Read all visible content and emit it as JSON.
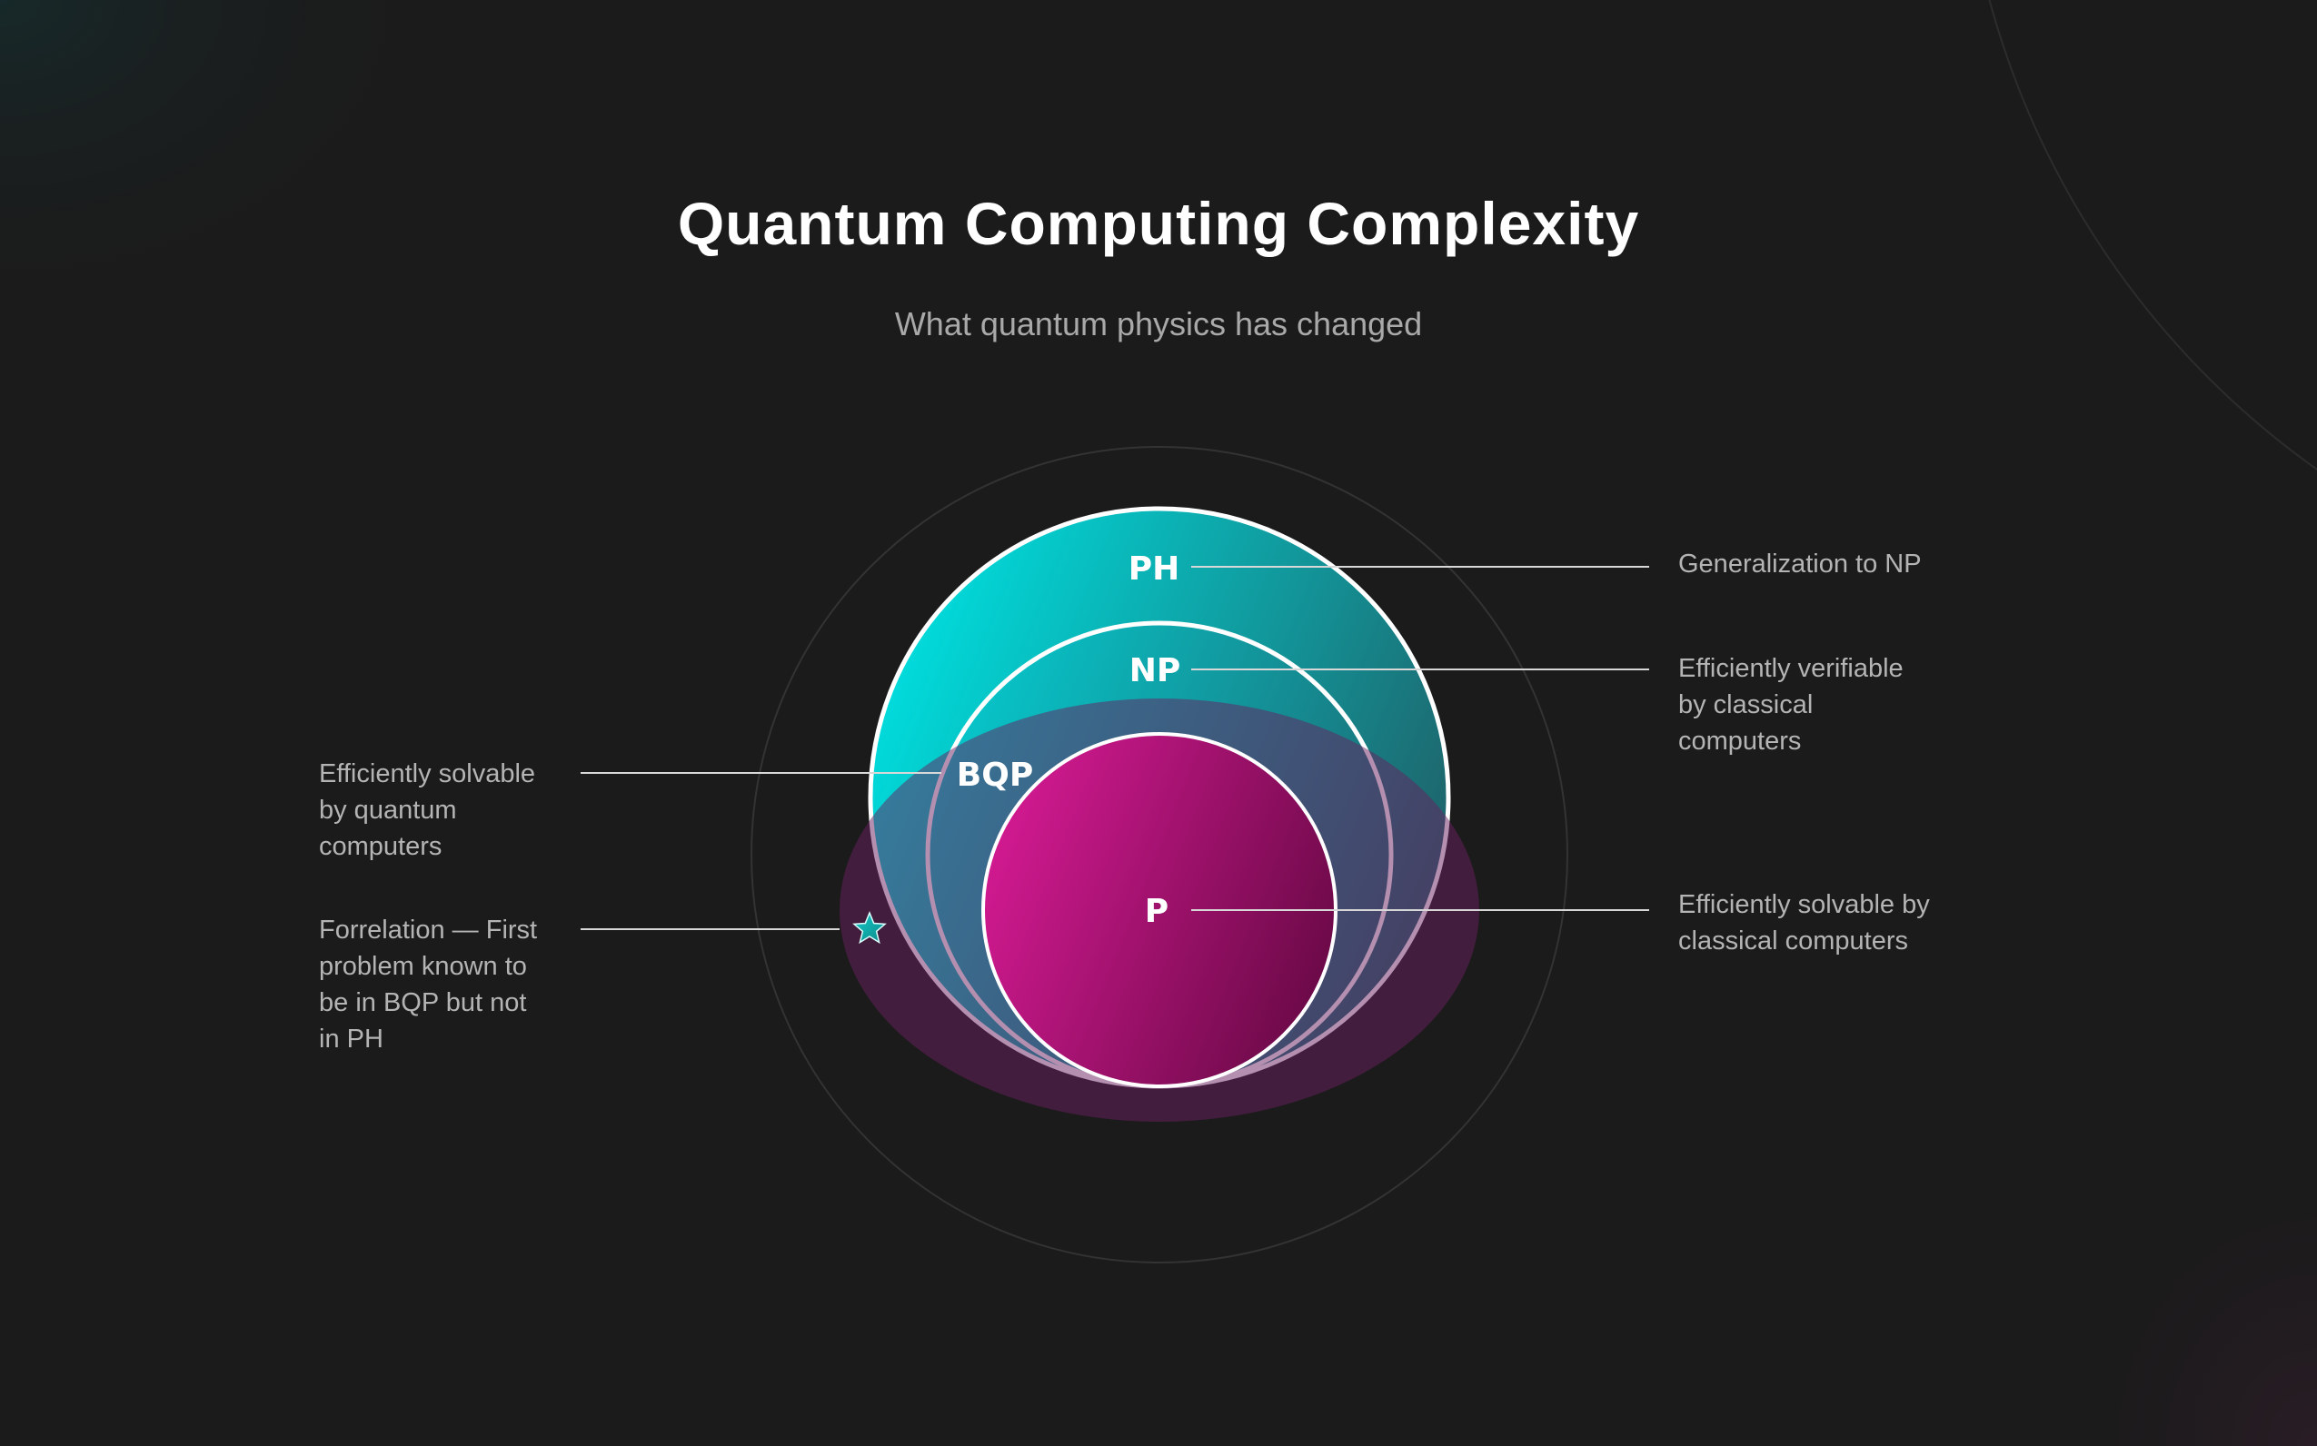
{
  "title": "Quantum Computing Complexity",
  "subtitle": "What quantum physics has changed",
  "classes": {
    "ph": "PH",
    "np": "NP",
    "bqp": "BQP",
    "p": "P"
  },
  "notes": {
    "ph": [
      "Generalization to NP"
    ],
    "np": [
      "Efficiently verifiable",
      "by classical",
      "computers"
    ],
    "p": [
      "Efficiently solvable by",
      "classical computers"
    ],
    "bqp": [
      "Efficiently solvable",
      "by quantum",
      "computers"
    ],
    "forrelation": [
      "Forrelation — First",
      "problem known to",
      "be in BQP but not",
      "in PH"
    ]
  },
  "icons": {
    "marker": "star-icon"
  },
  "colors": {
    "background": "#1b1b1b",
    "cyan": "#00d8d8",
    "teal_dark": "#1f6a70",
    "magenta": "#d0198f",
    "magenta_dark": "#6c0a47",
    "bqp_overlay": "#5a1d52"
  }
}
